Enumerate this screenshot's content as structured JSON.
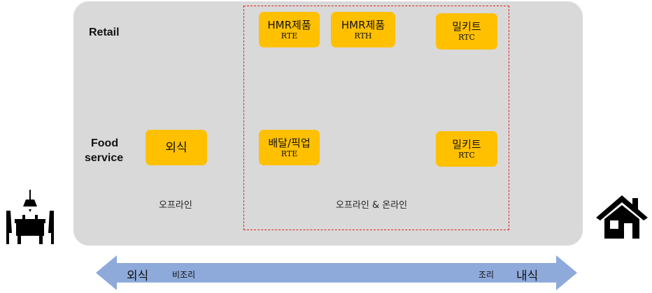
{
  "rows": {
    "retail_label": "Retail",
    "food_label_line1": "Food",
    "food_label_line2": "service"
  },
  "boxes": {
    "hmr_rte": {
      "main": "HMR제품",
      "sub": "RTE"
    },
    "hmr_rth": {
      "main": "HMR제품",
      "sub": "RTH"
    },
    "mealkit_retail": {
      "main": "밀키트",
      "sub": "RTC"
    },
    "dining_out": {
      "main": "외식"
    },
    "delivery": {
      "main": "배달/픽업",
      "sub": "RTE"
    },
    "mealkit_food": {
      "main": "밀키트",
      "sub": "RTC"
    }
  },
  "captions": {
    "offline": "오프라인",
    "offline_online": "오프라인 & 온라인"
  },
  "axis": {
    "left_main": "외식",
    "left_sub": "비조리",
    "right_sub": "조리",
    "right_main": "내식"
  },
  "colors": {
    "panel": "#d9d9d9",
    "box": "#ffc000",
    "dashed_border": "#e02020",
    "arrow": "#8eaadb"
  },
  "icons": {
    "left": "dining-table-icon",
    "right": "house-icon"
  }
}
